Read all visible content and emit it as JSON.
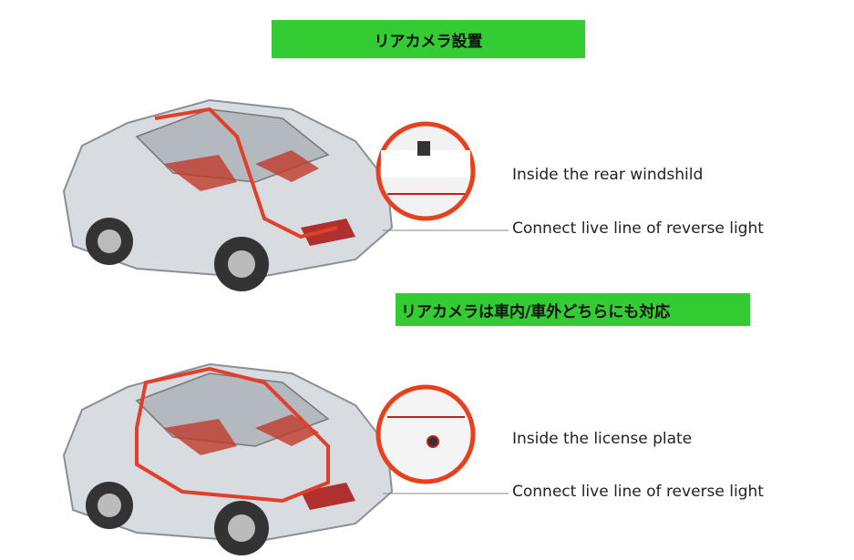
{
  "title": "リアカメラ設置",
  "subtitle": "リアカメラは車内/車外どちらにも対応",
  "panel1": {
    "label_mount": "Inside the rear windshild",
    "label_wire": "Connect live line of reverse light"
  },
  "panel2": {
    "label_mount": "Inside the license plate",
    "label_wire": "Connect live line of reverse light"
  },
  "colors": {
    "banner": "#33cc33",
    "wire": "#e0402a",
    "circle": "#e8401c"
  }
}
